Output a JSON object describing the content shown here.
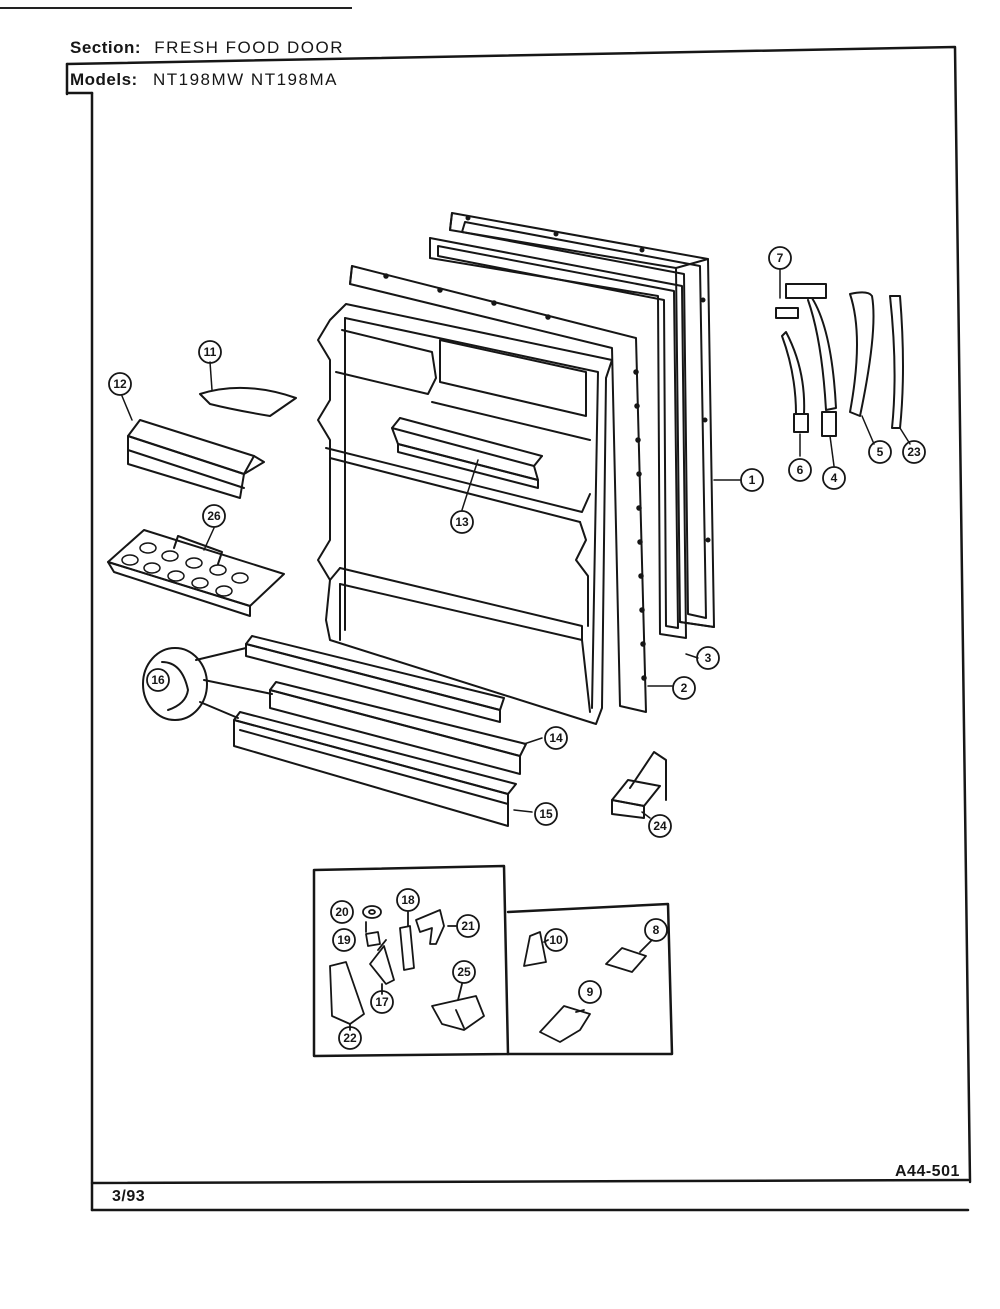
{
  "header": {
    "section_label": "Section:",
    "section_value": "FRESH FOOD DOOR",
    "models_label": "Models:",
    "models_value": "NT198MW NT198MA"
  },
  "footer": {
    "date": "3/93",
    "drawing_number": "A44-501"
  },
  "callouts": [
    "1",
    "2",
    "3",
    "4",
    "5",
    "6",
    "7",
    "8",
    "9",
    "10",
    "11",
    "12",
    "13",
    "14",
    "15",
    "16",
    "17",
    "18",
    "19",
    "20",
    "21",
    "22",
    "23",
    "24",
    "25",
    "26"
  ],
  "colors": {
    "ink": "#161616",
    "paper": "#ffffff"
  }
}
